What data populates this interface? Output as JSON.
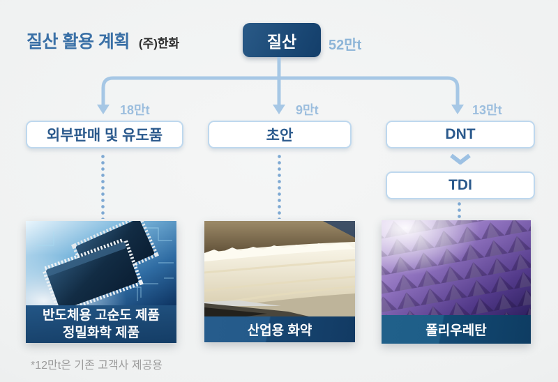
{
  "title": {
    "main": "질산 활용 계획",
    "company": "(주)한화"
  },
  "root": {
    "label": "질산",
    "amount": "52만t"
  },
  "branches": [
    {
      "amount": "18만t",
      "box_label": "외부판매 및 유도품",
      "photo": "semiconductor-chips-photo",
      "caption_lines": [
        "반도체용 고순도 제품",
        "정밀화학 제품"
      ]
    },
    {
      "amount": "9만t",
      "box_label": "초안",
      "photo": "industrial-explosive-photo",
      "caption_lines": [
        "산업용 화약"
      ]
    },
    {
      "amount": "13만t",
      "box_label": "DNT",
      "sub_box_label": "TDI",
      "photo": "polyurethane-foam-photo",
      "caption_lines": [
        "폴리우레탄"
      ]
    }
  ],
  "footnote": "*12만t은 기존 고객사 제공용",
  "colors": {
    "title_blue": "#3a70a6",
    "root_box_navy": "#1c4a77",
    "arrow_light_blue": "#a6c7e5",
    "amount_label_blue": "#9cbede",
    "node_border_blue": "#bed8ee",
    "node_text_navy": "#2a598c",
    "caption_bar_navy": "#1a4671",
    "footnote_gray": "#9b9b9b",
    "background_gray": "#eff1f1"
  }
}
